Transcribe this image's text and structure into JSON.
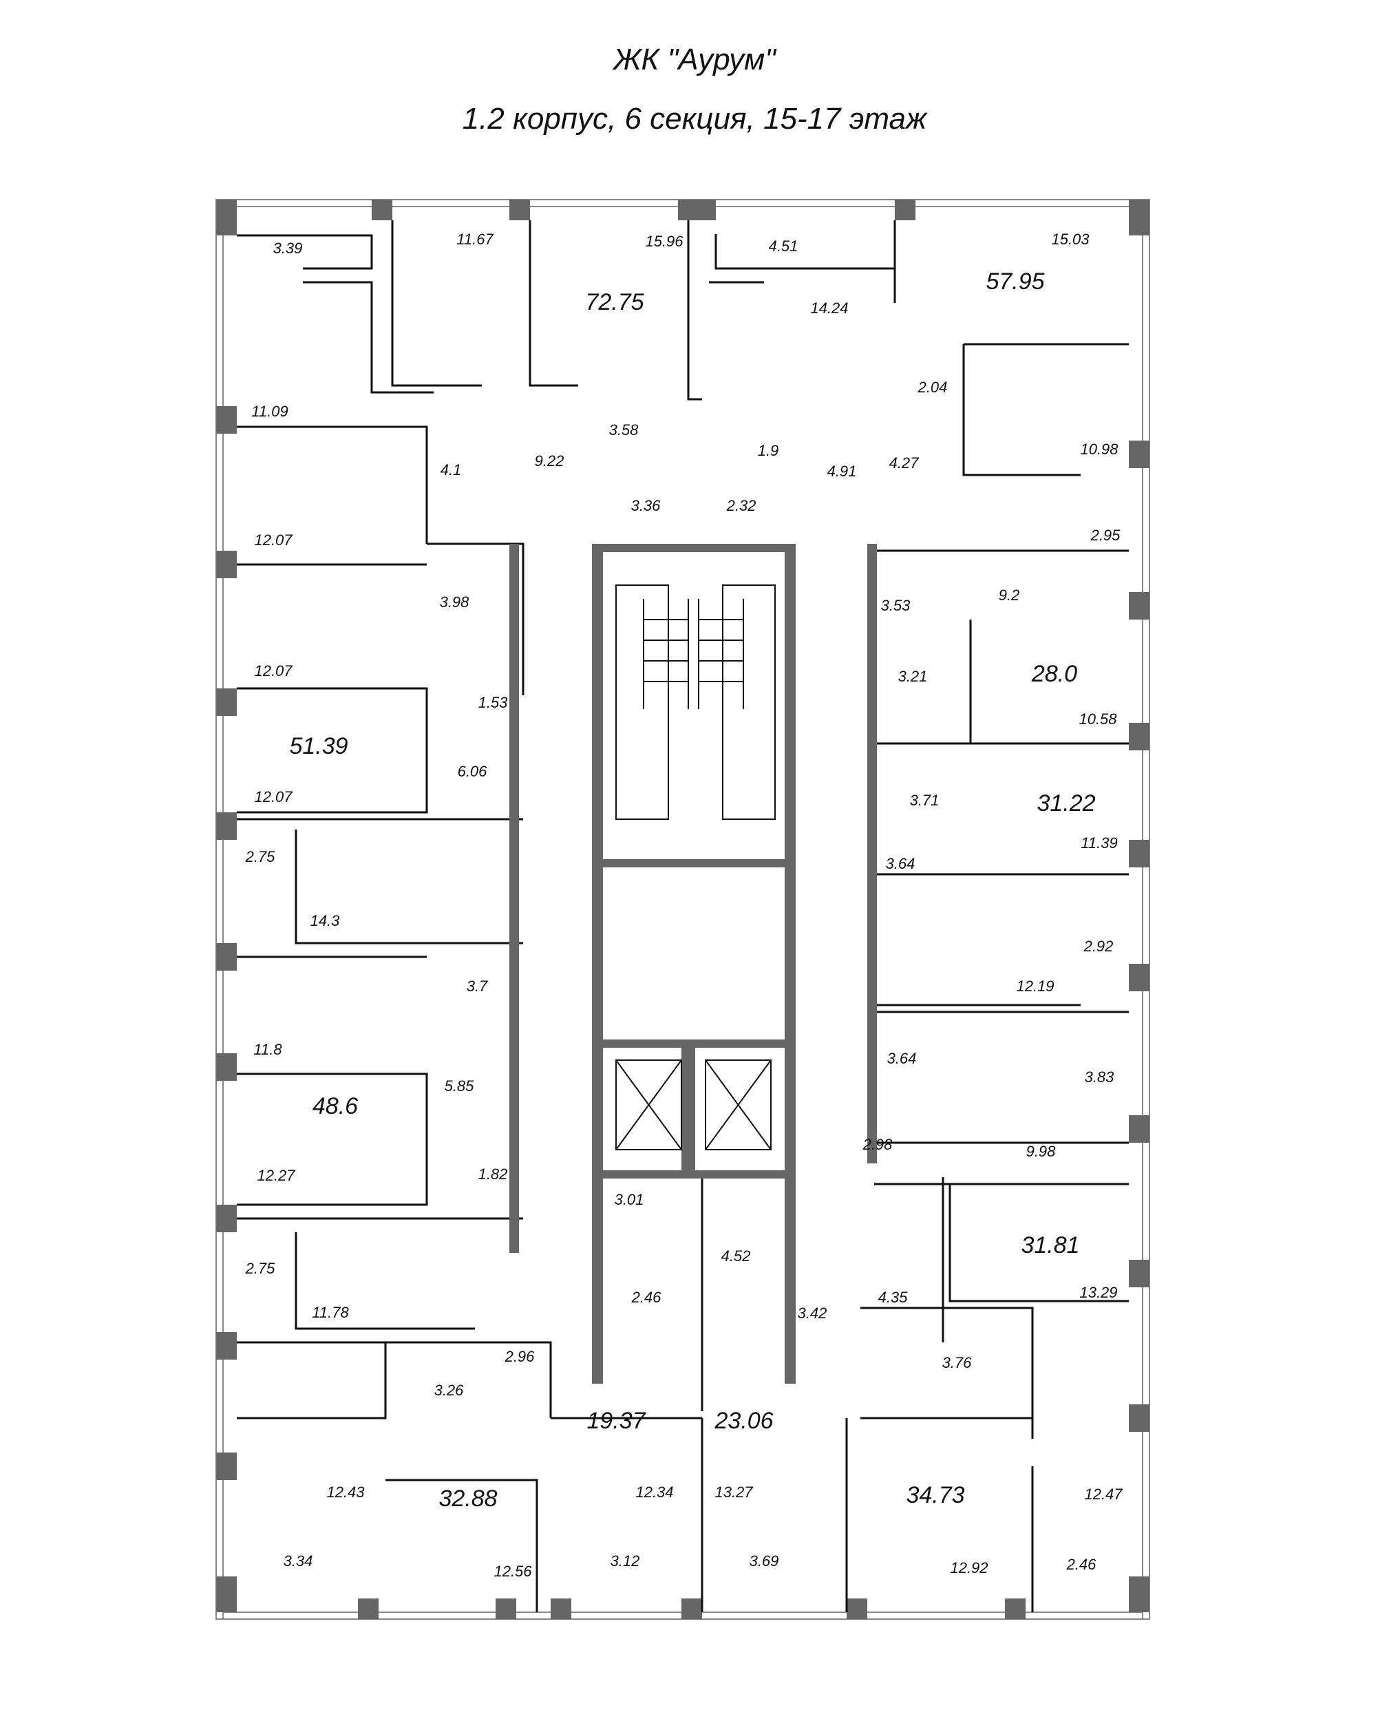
{
  "title": "ЖК \"Аурум\"",
  "subtitle": "1.2 корпус, 6 секция, 15-17 этаж",
  "apartments": [
    {
      "id": "a1",
      "area": "72.75"
    },
    {
      "id": "a2",
      "area": "57.95"
    },
    {
      "id": "a3",
      "area": "51.39"
    },
    {
      "id": "a4",
      "area": "28.0"
    },
    {
      "id": "a5",
      "area": "31.22"
    },
    {
      "id": "a6",
      "area": "48.6"
    },
    {
      "id": "a7",
      "area": "31.81"
    },
    {
      "id": "a8",
      "area": "19.37"
    },
    {
      "id": "a9",
      "area": "23.06"
    },
    {
      "id": "a10",
      "area": "32.88"
    },
    {
      "id": "a11",
      "area": "34.73"
    }
  ],
  "rooms": [
    "3.39",
    "11.67",
    "15.96",
    "4.51",
    "15.03",
    "14.24",
    "2.04",
    "11.09",
    "3.58",
    "1.9",
    "4.1",
    "9.22",
    "4.91",
    "4.27",
    "10.98",
    "3.36",
    "2.32",
    "12.07",
    "2.95",
    "3.98",
    "9.2",
    "3.53",
    "12.07",
    "3.21",
    "1.53",
    "10.58",
    "6.06",
    "12.07",
    "3.71",
    "11.39",
    "3.64",
    "2.75",
    "14.3",
    "2.92",
    "3.7",
    "12.19",
    "11.8",
    "3.64",
    "3.83",
    "5.85",
    "12.27",
    "1.82",
    "2.98",
    "9.98",
    "3.01",
    "2.75",
    "4.52",
    "11.78",
    "2.46",
    "3.42",
    "4.35",
    "13.29",
    "2.96",
    "3.26",
    "3.76",
    "12.43",
    "12.34",
    "13.27",
    "12.47",
    "3.34",
    "12.56",
    "3.12",
    "3.69",
    "12.92",
    "2.46"
  ]
}
